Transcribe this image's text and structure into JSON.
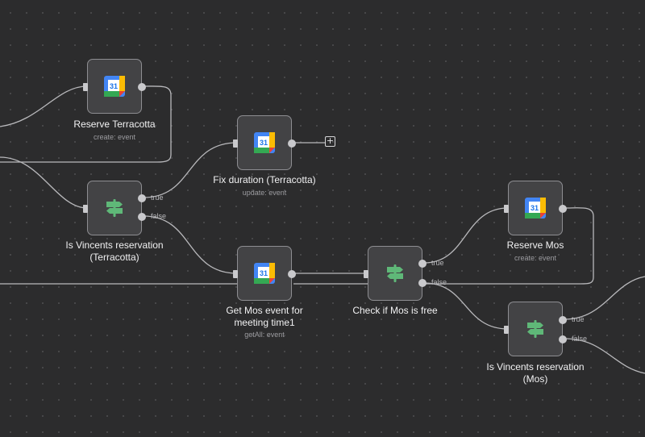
{
  "canvas": {
    "background": "#2c2c2d",
    "wire_color": "#b9b9bc",
    "node_fill": "#434345",
    "node_border": "#8e8e92",
    "add_button_label": "+"
  },
  "icons": {
    "calendar": "google-calendar-icon",
    "switch": "signpost-icon",
    "calendar_day": "31"
  },
  "nodes": {
    "reserve_terracotta": {
      "title": "Reserve Terracotta",
      "subtitle": "create: event",
      "icon": "google-calendar-icon"
    },
    "fix_duration": {
      "title": "Fix duration (Terracotta)",
      "subtitle": "update: event",
      "icon": "google-calendar-icon"
    },
    "is_vincents_terracotta": {
      "title_line1": "Is Vincents reservation",
      "title_line2": "(Terracotta)",
      "icon": "signpost-icon",
      "true_label": "true",
      "false_label": "false"
    },
    "get_mos_event": {
      "title_line1": "Get Mos event for",
      "title_line2": "meeting time1",
      "subtitle": "getAll: event",
      "icon": "google-calendar-icon"
    },
    "check_mos_free": {
      "title": "Check if Mos is free",
      "icon": "signpost-icon",
      "true_label": "true",
      "false_label": "false"
    },
    "reserve_mos": {
      "title": "Reserve Mos",
      "subtitle": "create: event",
      "icon": "google-calendar-icon"
    },
    "is_vincents_mos": {
      "title_line1": "Is Vincents reservation",
      "title_line2": "(Mos)",
      "icon": "signpost-icon",
      "true_label": "true",
      "false_label": "false"
    }
  }
}
